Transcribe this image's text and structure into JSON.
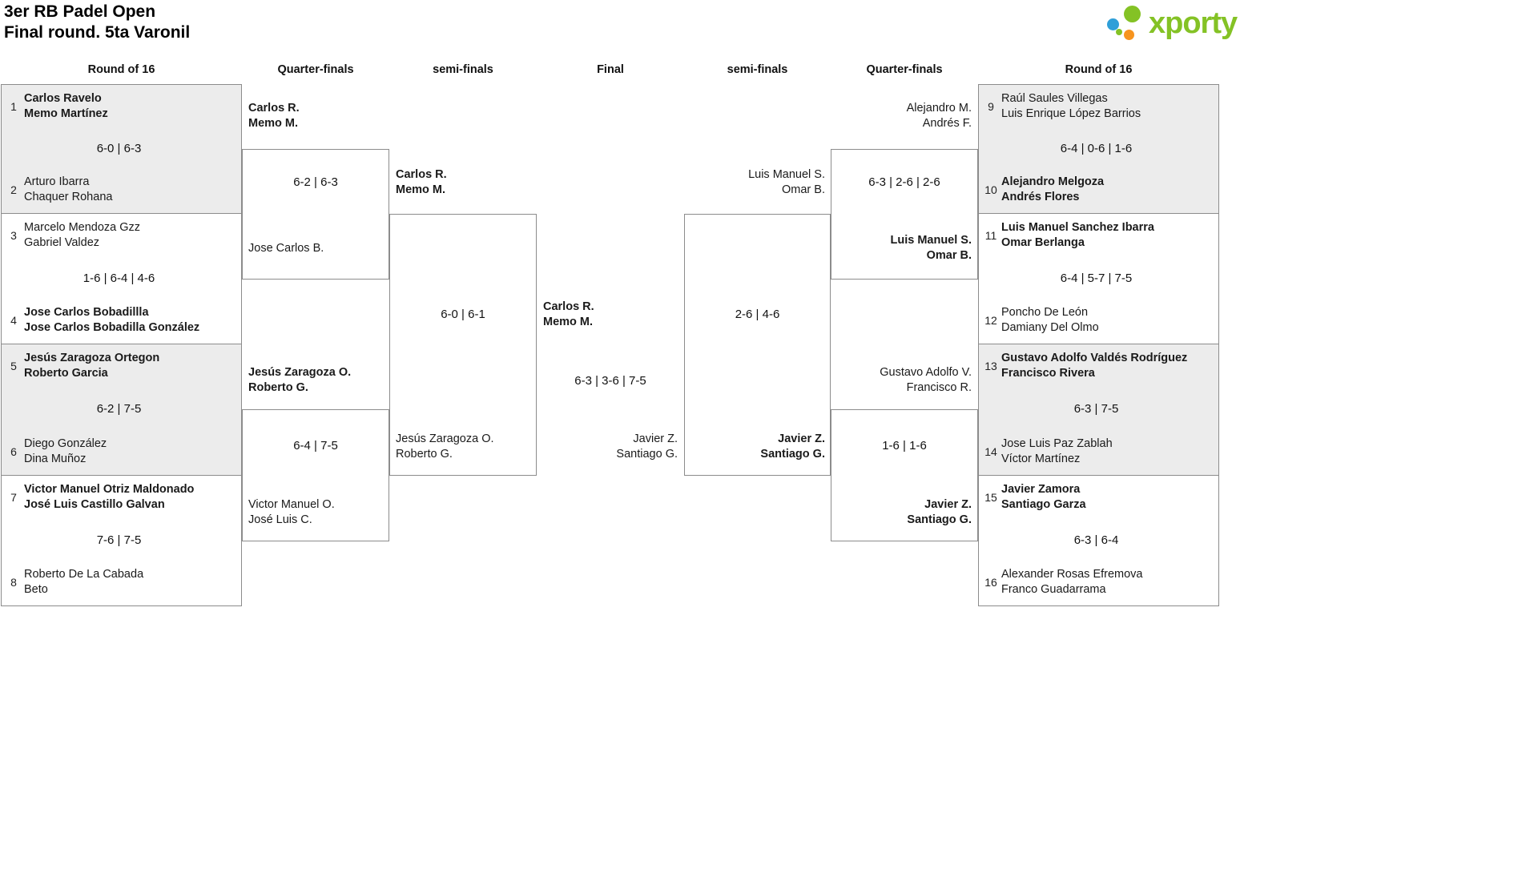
{
  "title": "3er RB Padel Open",
  "subtitle": "Final round. 5ta Varonil",
  "logo": {
    "brand": "xporty"
  },
  "colors": {
    "brand_green": "#84c225",
    "brand_blue": "#2f9fd8",
    "brand_orange": "#f7941e"
  },
  "rounds": {
    "left_r16": "Round of 16",
    "left_qf": "Quarter-finals",
    "left_sf": "semi-finals",
    "final": "Final",
    "right_sf": "semi-finals",
    "right_qf": "Quarter-finals",
    "right_r16": "Round of 16"
  },
  "r16": [
    {
      "seed_top": "1",
      "top": [
        "Carlos Ravelo",
        "Memo Martínez"
      ],
      "score": "6-0 | 6-3",
      "seed_bottom": "2",
      "bottom": [
        "Arturo Ibarra",
        "Chaquer Rohana"
      ]
    },
    {
      "seed_top": "3",
      "top": [
        "Marcelo Mendoza Gzz",
        "Gabriel Valdez"
      ],
      "score": "1-6 | 6-4 | 4-6",
      "seed_bottom": "4",
      "bottom": [
        "Jose Carlos Bobadillla",
        "Jose Carlos Bobadilla González"
      ]
    },
    {
      "seed_top": "5",
      "top": [
        "Jesús Zaragoza Ortegon",
        "Roberto Garcia"
      ],
      "score": "6-2 | 7-5",
      "seed_bottom": "6",
      "bottom": [
        "Diego González",
        "Dina Muñoz"
      ]
    },
    {
      "seed_top": "7",
      "top": [
        "Victor Manuel Otriz Maldonado",
        "José Luis Castillo Galvan"
      ],
      "score": "7-6 | 7-5",
      "seed_bottom": "8",
      "bottom": [
        "Roberto De La Cabada",
        "Beto"
      ]
    },
    {
      "seed_top": "9",
      "top": [
        "Raúl Saules Villegas",
        "Luis Enrique López Barrios"
      ],
      "score": "6-4 | 0-6 | 1-6",
      "seed_bottom": "10",
      "bottom": [
        "Alejandro Melgoza",
        "Andrés Flores"
      ]
    },
    {
      "seed_top": "11",
      "top": [
        "Luis Manuel Sanchez Ibarra",
        "Omar Berlanga"
      ],
      "score": "6-4 | 5-7 | 7-5",
      "seed_bottom": "12",
      "bottom": [
        "Poncho De León",
        "Damiany Del Olmo"
      ]
    },
    {
      "seed_top": "13",
      "top": [
        "Gustavo Adolfo Valdés Rodríguez",
        "Francisco Rivera"
      ],
      "score": "6-3 | 7-5",
      "seed_bottom": "14",
      "bottom": [
        "Jose Luis Paz Zablah",
        "Víctor Martínez"
      ]
    },
    {
      "seed_top": "15",
      "top": [
        "Javier Zamora",
        "Santiago Garza"
      ],
      "score": "6-3 | 6-4",
      "seed_bottom": "16",
      "bottom": [
        "Alexander Rosas Efremova",
        "Franco Guadarrama"
      ]
    }
  ],
  "qf": [
    {
      "top": [
        "Carlos R.",
        "Memo M."
      ],
      "score": "6-2 | 6-3",
      "bottom": [
        "Jose Carlos B."
      ]
    },
    {
      "top": [
        "Jesús Zaragoza O.",
        "Roberto G."
      ],
      "score": "6-4 | 7-5",
      "bottom": [
        "Victor Manuel O.",
        "José Luis C."
      ]
    },
    {
      "top": [
        "Alejandro M.",
        "Andrés F."
      ],
      "score": "6-3 | 2-6 | 2-6",
      "bottom": [
        "Luis Manuel S.",
        "Omar B."
      ]
    },
    {
      "top": [
        "Gustavo Adolfo V.",
        "Francisco R."
      ],
      "score": "1-6 | 1-6",
      "bottom": [
        "Javier Z.",
        "Santiago G."
      ]
    }
  ],
  "sf": [
    {
      "top": [
        "Carlos R.",
        "Memo M."
      ],
      "score": "6-0 | 6-1",
      "bottom": [
        "Jesús Zaragoza O.",
        "Roberto G."
      ]
    },
    {
      "top": [
        "Luis Manuel S.",
        "Omar B."
      ],
      "score": "2-6 | 4-6",
      "bottom": [
        "Javier Z.",
        "Santiago G."
      ]
    }
  ],
  "final": {
    "winner": [
      "Carlos R.",
      "Memo M."
    ],
    "score": "6-3 | 3-6 | 7-5",
    "runner_up": [
      "Javier Z.",
      "Santiago G."
    ]
  }
}
